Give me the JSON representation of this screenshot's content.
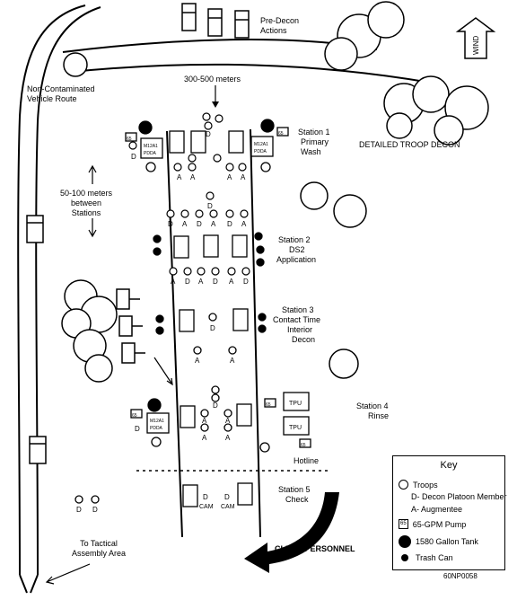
{
  "labels": {
    "pre_decon": [
      "Pre-Decon",
      "Actions"
    ],
    "non_contaminated": [
      "Non-Contaminated",
      "Vehicle Route"
    ],
    "distance_1": "300-500 meters",
    "distance_2": [
      "50-100 meters",
      "between",
      "Stations"
    ],
    "wind": "WIND",
    "detailed": "DETAILED TROOP DECON",
    "station1": [
      "Station 1",
      "Primary",
      "Wash"
    ],
    "station2": [
      "Station 2",
      "DS2",
      "Application"
    ],
    "station3": [
      "Station 3",
      "Contact Time",
      "Interior",
      "Decon"
    ],
    "station4": [
      "Station 4",
      "Rinse"
    ],
    "station5": [
      "Station 5",
      "Check"
    ],
    "hotline": "Hotline",
    "clean_personnel": "CLEAN PERSONNEL",
    "tactical": [
      "To Tactical",
      "Assembly Area"
    ],
    "pdda_line1": "M12A1",
    "pdda_line2": "PDDA",
    "pump_code": "65",
    "tpu": "TPU",
    "cam": "CAM",
    "letter_a": "A",
    "letter_d": "D"
  },
  "key": {
    "title": "Key",
    "troops": "Troops",
    "decon_member": "D- Decon Platoon Member",
    "augmentee": "A- Augmentee",
    "pump": "65-GPM Pump",
    "pump_code": "65",
    "tank": "1580 Gallon Tank",
    "trash": "Trash Can"
  },
  "figure_id": "60NP0058"
}
